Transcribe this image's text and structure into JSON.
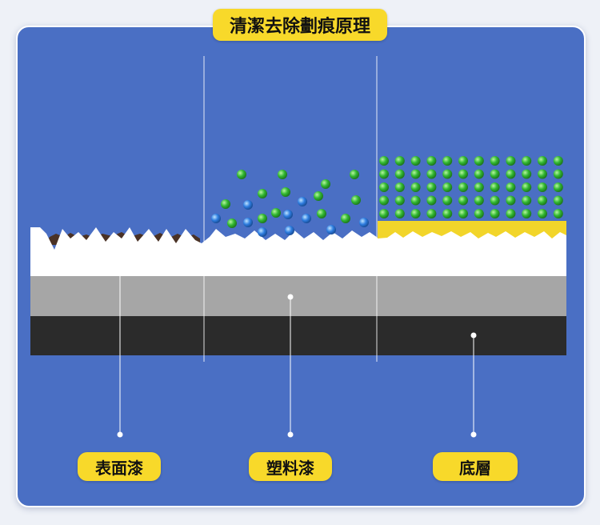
{
  "title": "清潔去除劃痕原理",
  "labels": {
    "surface_paint": "表面漆",
    "plastic_paint": "塑料漆",
    "base_layer": "底層"
  },
  "colors": {
    "background": "#4a6fc4",
    "title_badge": "#f8d92a",
    "surface_white": "#ffffff",
    "middle_gray": "#a6a6a6",
    "bottom_dark": "#2b2b2b",
    "dirt_brown": "#4a3226",
    "filler_yellow": "#f2d52a",
    "particle_green": "#32b832",
    "particle_blue": "#2e7de0"
  }
}
